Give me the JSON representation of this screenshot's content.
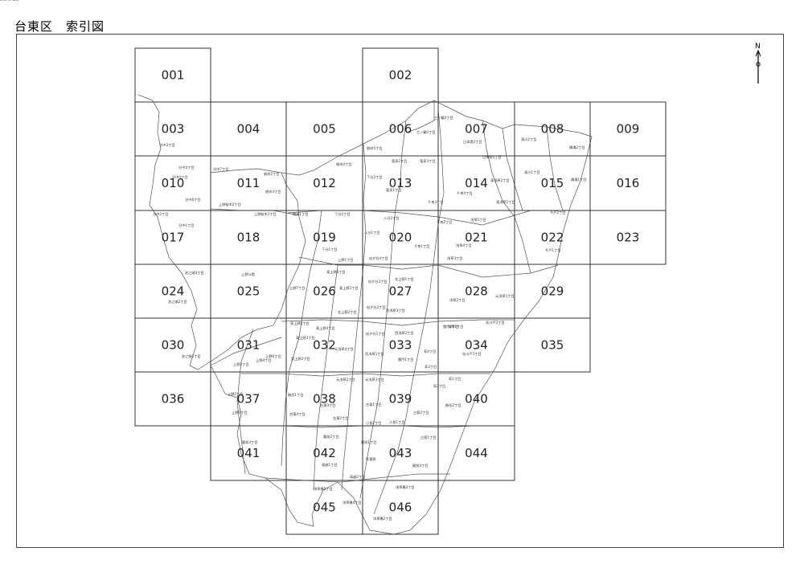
{
  "title": "台東区　索引図",
  "cells": [
    "001",
    "002",
    "003",
    "004",
    "005",
    "006",
    "007",
    "008",
    "009",
    "010",
    "011",
    "012",
    "013",
    "014",
    "015",
    "016",
    "017",
    "018",
    "019",
    "020",
    "021",
    "022",
    "023",
    "024",
    "025",
    "026",
    "027",
    "028",
    "029",
    "030",
    "031",
    "032",
    "033",
    "034",
    "035",
    "036",
    "037",
    "038",
    "039",
    "040",
    "041",
    "042",
    "043",
    "044",
    "045",
    "046"
  ],
  "towns": [
    "谷中3丁目",
    "谷中5丁目",
    "谷中7丁目",
    "谷中4丁目",
    "谷中6丁目",
    "谷中2丁目",
    "谷中1丁目",
    "上野桜木2丁目",
    "上野桜木1丁目",
    "根岸2丁目",
    "根岸3丁目",
    "根岸4丁目",
    "根岸1丁目",
    "下谷2丁目",
    "下谷3丁目",
    "下谷1丁目",
    "根岸5丁目",
    "竜泉2丁目",
    "竜泉3丁目",
    "竜泉1丁目",
    "三ノ輪2丁目",
    "三ノ輪1丁目",
    "日本堤2丁目",
    "日本堤1丁目",
    "清川2丁目",
    "清川1丁目",
    "橋場2丁目",
    "橋場1丁目",
    "千束3丁目",
    "千束4丁目",
    "千束2丁目",
    "千束1丁目",
    "東浅草2丁目",
    "東浅草1丁目",
    "今戸2丁目",
    "今戸1丁目",
    "入谷2丁目",
    "入谷1丁目",
    "松が谷4丁目",
    "松が谷3丁目",
    "松が谷2丁目",
    "松が谷1丁目",
    "浅草5丁目",
    "浅草4丁目",
    "浅草3丁目",
    "浅草2丁目",
    "浅草1丁目",
    "池之端3丁目",
    "池之端2丁目",
    "池之端1丁目",
    "上野公園",
    "上野7丁目",
    "上野6丁目",
    "上野5丁目",
    "上野4丁目",
    "上野3丁目",
    "上野2丁目",
    "上野1丁目",
    "東上野6丁目",
    "東上野5丁目",
    "東上野4丁目",
    "東上野3丁目",
    "東上野2丁目",
    "東上野1丁目",
    "北上野2丁目",
    "北上野1丁目",
    "西浅草3丁目",
    "西浅草2丁目",
    "西浅草1丁目",
    "元浅草4丁目",
    "元浅草3丁目",
    "元浅草2丁目",
    "元浅草1丁目",
    "花川戸2丁目",
    "花川戸1丁目",
    "雷門2丁目",
    "雷門1丁目",
    "寿4丁目",
    "寿3丁目",
    "寿2丁目",
    "寿1丁目",
    "駒形2丁目",
    "駒形1丁目",
    "台東4丁目",
    "台東3丁目",
    "台東2丁目",
    "台東1丁目",
    "小島2丁目",
    "小島1丁目",
    "三筋2丁目",
    "三筋1丁目",
    "蔵前4丁目",
    "蔵前3丁目",
    "蔵前2丁目",
    "蔵前1丁目",
    "秋葉原",
    "鳥越1丁目",
    "鳥越2丁目",
    "浅草橋5丁目",
    "浅草橋4丁目",
    "浅草橋3丁目",
    "浅草橋2丁目",
    "浅草橋1丁目",
    "柳橋2丁目",
    "柳橋1丁目"
  ],
  "north_label": "N"
}
